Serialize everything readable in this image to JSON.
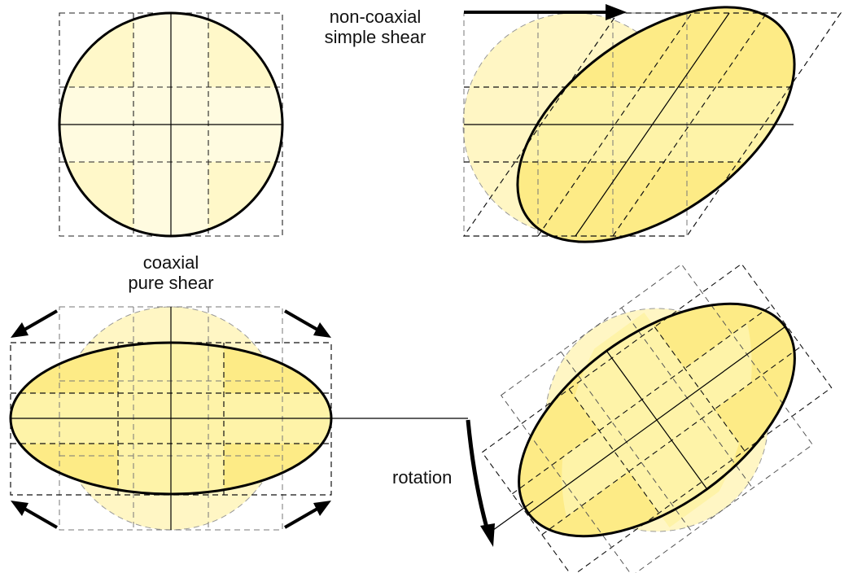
{
  "labels": {
    "simple_shear": [
      "non-coaxial",
      "simple shear"
    ],
    "pure_shear": [
      "coaxial",
      "pure shear"
    ],
    "rotation": "rotation"
  },
  "colors": {
    "circle_fill": "#fff8c9",
    "ellipse_fill": "#fdeb86",
    "ghost_fill": "#fff6c4",
    "outline": "#000000",
    "dashed_grid": "#222222"
  }
}
